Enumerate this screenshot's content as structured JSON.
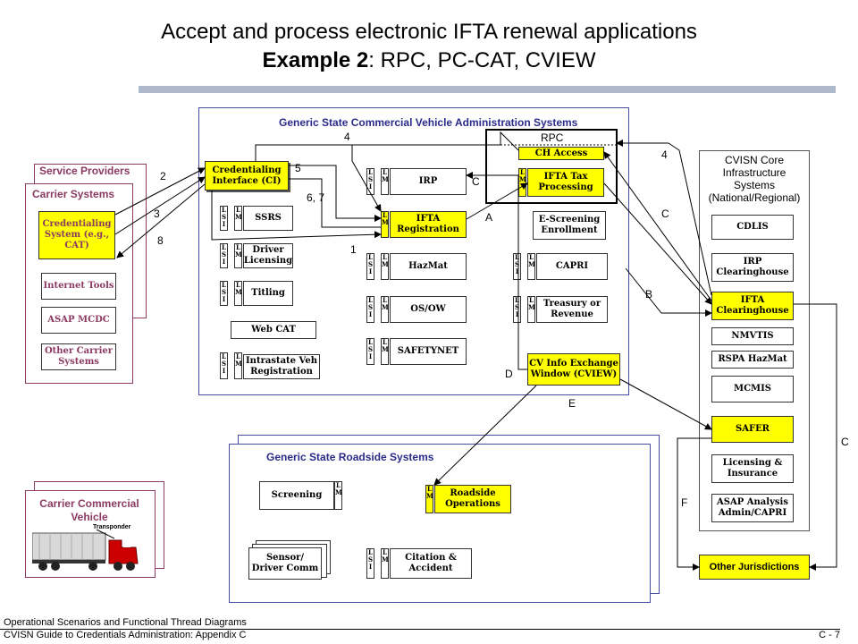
{
  "title": {
    "line1": "Accept and process electronic IFTA renewal applications",
    "line2_bold": "Example 2",
    "line2_rest": ": RPC, PC-CAT, CVIEW"
  },
  "state_admin": {
    "title": "Generic State Commercial Vehicle Administration Systems",
    "rpc_label": "RPC",
    "credentialing_interface": "Credentialing Interface (CI)",
    "ssrs": "SSRS",
    "driver_licensing": "Driver Licensing",
    "titling": "Titling",
    "web_cat": "Web CAT",
    "intrastate": "Intrastate Veh Registration",
    "irp": "IRP",
    "ifta_registration": "IFTA Registration",
    "hazmat": "HazMat",
    "os_ow": "OS/OW",
    "safetynet": "SAFETYNET",
    "ch_access": "CH Access",
    "ifta_tax": "IFTA Tax Processing",
    "e_screening": "E-Screening Enrollment",
    "capri": "CAPRI",
    "treasury": "Treasury or Revenue",
    "cview": "CV Info Exchange Window (CVIEW)"
  },
  "service_providers": {
    "title": "Service Providers",
    "carrier_title": "Carrier Systems",
    "credentialing_system": "Credentialing System (e.g., CAT)",
    "internet_tools": "Internet Tools",
    "asap_mcdc": "ASAP MCDC",
    "other_carrier": "Other Carrier Systems"
  },
  "cvisn": {
    "title": "CVISN Core Infrastructure Systems (National/Regional)",
    "cdlis": "CDLIS",
    "irp_ch": "IRP Clearinghouse",
    "ifta_ch": "IFTA Clearinghouse",
    "nmvtis": "NMVTIS",
    "rspa": "RSPA HazMat",
    "mcmis": "MCMIS",
    "safer": "SAFER",
    "licensing": "Licensing & Insurance",
    "asap_analysis": "ASAP Analysis Admin/CAPRI",
    "other_jurisdictions": "Other Jurisdictions"
  },
  "roadside": {
    "title": "Generic State Roadside Systems",
    "screening": "Screening",
    "sensor": "Sensor/ Driver Comm",
    "roadside_ops": "Roadside Operations",
    "citation": "Citation & Accident"
  },
  "vehicle": {
    "title": "Carrier Commercial Vehicle",
    "transponder": "Transponder"
  },
  "flow_labels": {
    "n1": "1",
    "n2": "2",
    "n3": "3",
    "n4a": "4",
    "n4b": "4",
    "n5": "5",
    "n67": "6, 7",
    "n8": "8",
    "A": "A",
    "B": "B",
    "Ca": "C",
    "Cb": "C",
    "Cc": "C",
    "D": "D",
    "E": "E",
    "F": "F"
  },
  "lsi": {
    "lsi": "L S I",
    "lm": "L M"
  },
  "footer": {
    "line1": "Operational Scenarios and Functional Thread Diagrams",
    "line2": "CVISN Guide to Credentials Administration: Appendix C",
    "page": "C - 7"
  },
  "colors": {
    "accent_yellow": "#ffff00",
    "panel_border": "#8b3a62",
    "title_bar": "#aeb9cd"
  }
}
